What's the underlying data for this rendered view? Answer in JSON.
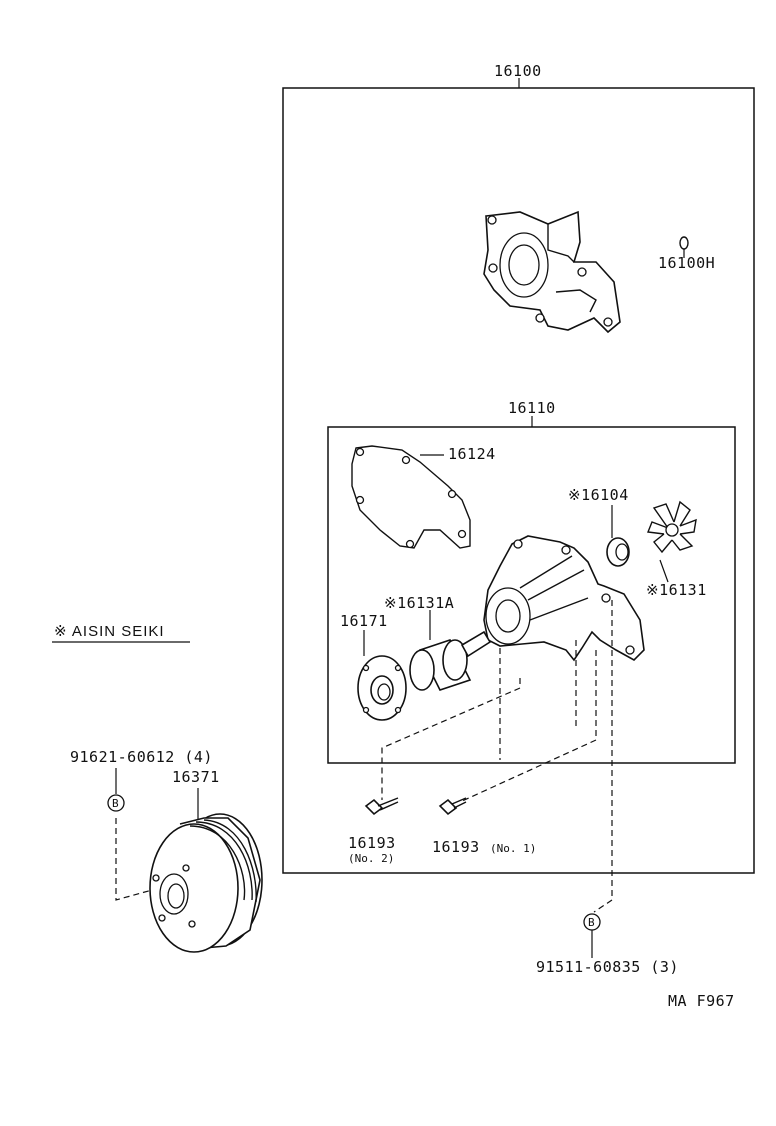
{
  "labels": {
    "assy_16100": "16100",
    "oring_16100H": "16100H",
    "sub_16110": "16110",
    "gasket_16124": "16124",
    "seal_16104": "※16104",
    "impeller_16131": "※16131",
    "bearing_16131A": "※16131A",
    "seat_16171": "16171",
    "pulley_bolt_91621": "91621-60612 (4)",
    "pulley_16371": "16371",
    "bolt_16193_no2": "16193",
    "bolt_16193_no2_note": "(No. 2)",
    "bolt_16193_no1": "16193",
    "bolt_16193_no1_note": "(No. 1)",
    "bolt_91511": "91511-60835 (3)",
    "badge_B_1": "B",
    "badge_B_2": "B",
    "aisin_note": "※ AISIN SEIKI",
    "figure_code": "MA F967"
  }
}
